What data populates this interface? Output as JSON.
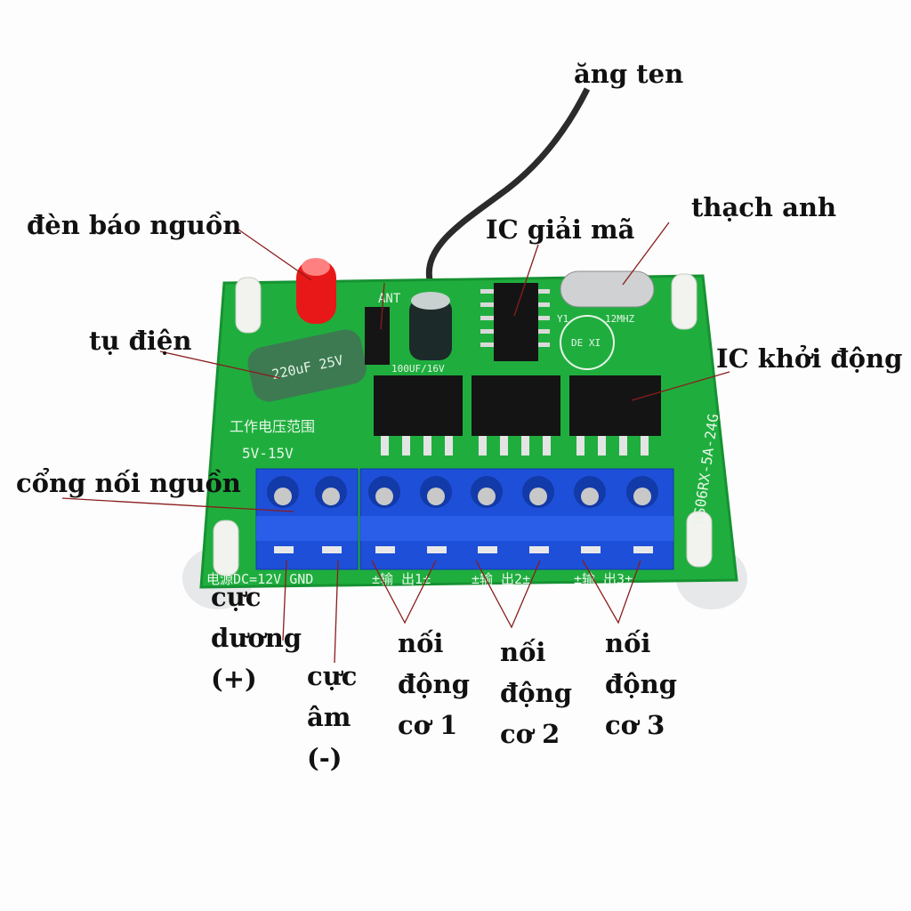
{
  "labels": {
    "antenna": "ăng ten",
    "crystal": "thạch anh",
    "decoder_ic": "IC giải mã",
    "power_led": "đèn báo nguồn",
    "capacitor": "tụ điện",
    "driver_ic": "IC khởi động",
    "power_port": "cổng nối nguồn",
    "positive": [
      "cực",
      "dương",
      "(+)"
    ],
    "negative": [
      "cực",
      "âm",
      "(-)"
    ],
    "motor1": [
      "nối",
      "động",
      "cơ 1"
    ],
    "motor2": [
      "nối",
      "động",
      "cơ 2"
    ],
    "motor3": [
      "nối",
      "động",
      "cơ 3"
    ]
  },
  "board_print": {
    "ant": "ANT",
    "cap_small": "100UF/16V",
    "cap_large": "220uF 25V",
    "crystal_y": "Y1",
    "crystal_freq": "12MHZ",
    "voltage_cn": "工作电压范围",
    "voltage_range": "5V-15V",
    "model": "HS06RX-5A-24G",
    "power_in": "电源DC=12V GND",
    "out1": "±输 出1±",
    "out2": "±输 出2±",
    "out3": "±输 出3±",
    "logo": "DE XI"
  },
  "colors": {
    "pcb": "#1fae3e",
    "terminal": "#1e4fd8",
    "leader": "#8a1c1c"
  }
}
